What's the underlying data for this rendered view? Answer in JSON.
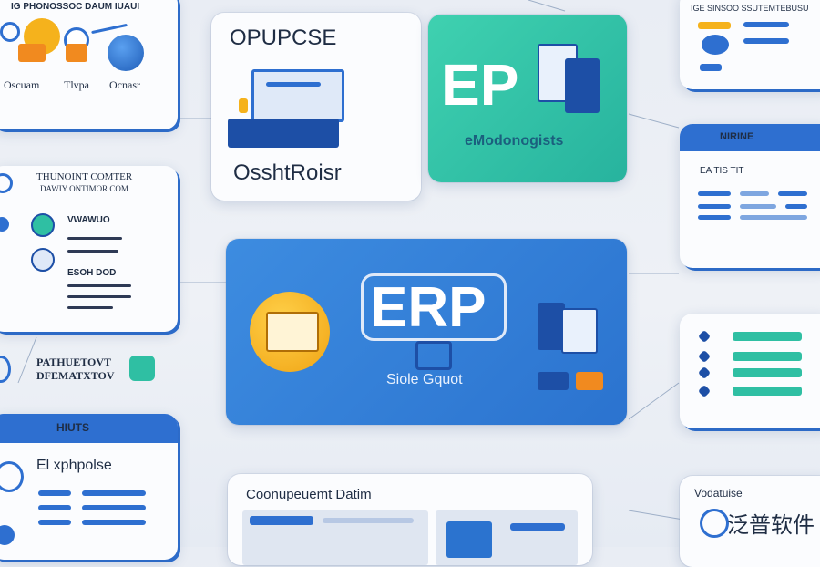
{
  "top_left": {
    "header": "IG PHONOSSOC DAUM IUAUI",
    "labels": [
      "Oscuam",
      "Tlvpa",
      "Ocnasr"
    ]
  },
  "top_center": {
    "title": "OPUPCSE",
    "subtitle": "OsshtRoisr"
  },
  "teal_card": {
    "big": "EP",
    "caption": "eModonogists"
  },
  "top_right": {
    "header": "IGE SINSOO SSUTEMTEBUSU"
  },
  "left_mid": {
    "title1": "THUNOINT COMTER",
    "title2": "DAWIY ONTIMOR COM",
    "item1": "VWAWUO",
    "item2": "ESOH DOD"
  },
  "right_mid": {
    "header": "NIRINE",
    "sub": "EA TIS TIT"
  },
  "center_main": {
    "logo": "ERP",
    "caption": "Siole Gquot"
  },
  "left_badge": {
    "line1": "PATHUETOVT",
    "line2": "DFEMATXTOV"
  },
  "bottom_left": {
    "header": "HIUTS",
    "title": "El xphpolse"
  },
  "bottom_center": {
    "title": "Coonupeuemt Datim"
  },
  "bottom_right": {
    "header": "Vodatuise"
  },
  "watermark": {
    "text": "泛普软件"
  },
  "colors": {
    "blue": "#2e6fd0",
    "teal": "#2fbfa3",
    "orange": "#f5b21c"
  }
}
